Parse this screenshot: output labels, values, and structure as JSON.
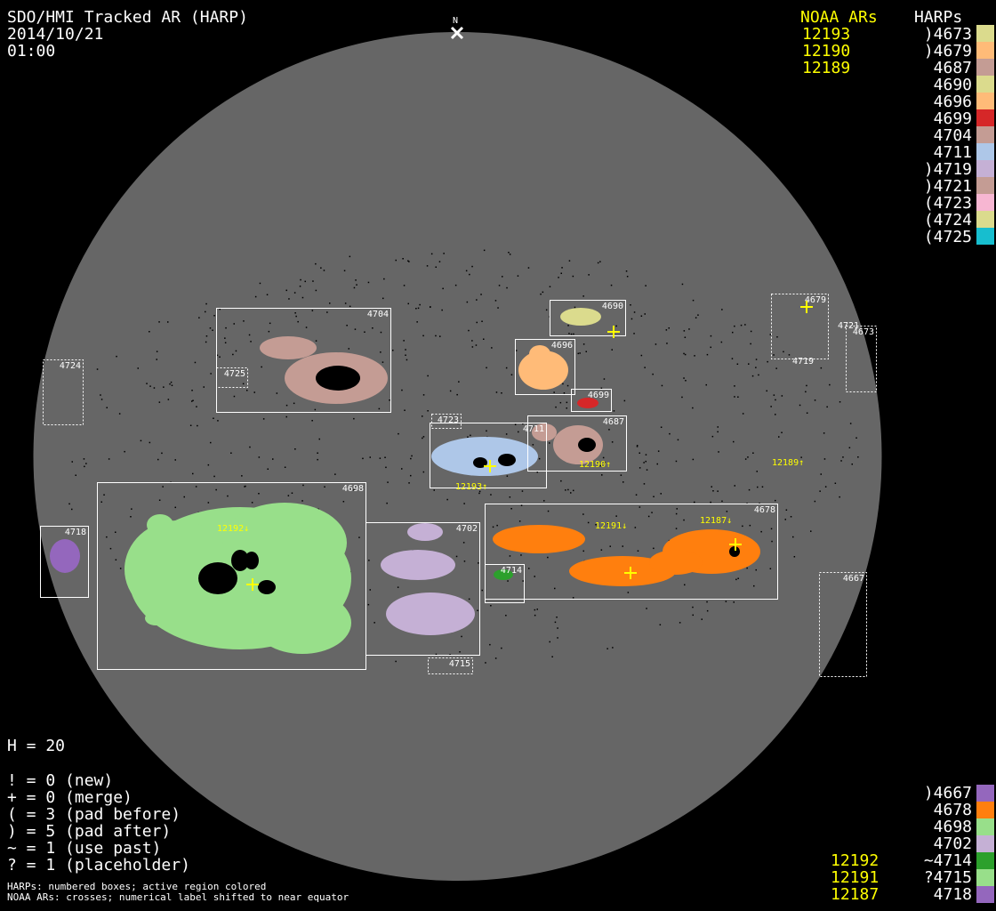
{
  "header": {
    "title": "SDO/HMI Tracked AR (HARP)",
    "date": "2014/10/21",
    "time": "01:00",
    "north_label": "N"
  },
  "top_legend": {
    "noaa_header": "NOAA ARs",
    "harps_header": "HARPs",
    "noaa": [
      "12193",
      "12190",
      "12189"
    ],
    "harps": [
      {
        "label": ")4673",
        "color": "#dbdb8d"
      },
      {
        "label": ")4679",
        "color": "#ffbb78"
      },
      {
        "label": "4687",
        "color": "#c49c94"
      },
      {
        "label": "4690",
        "color": "#dbdb8d"
      },
      {
        "label": "4696",
        "color": "#ffbb78"
      },
      {
        "label": "4699",
        "color": "#d62728"
      },
      {
        "label": "4704",
        "color": "#c49c94"
      },
      {
        "label": "4711",
        "color": "#aec7e8"
      },
      {
        "label": ")4719",
        "color": "#c5b0d5"
      },
      {
        "label": ")4721",
        "color": "#c49c94"
      },
      {
        "label": "(4723",
        "color": "#f7b6d2"
      },
      {
        "label": "(4724",
        "color": "#dbdb8d"
      },
      {
        "label": "(4725",
        "color": "#17becf"
      }
    ]
  },
  "bottom_legend": {
    "noaa": [
      "12192",
      "12191",
      "12187"
    ],
    "harps": [
      {
        "label": ")4667",
        "color": "#9467bd"
      },
      {
        "label": "4678",
        "color": "#ff7f0e"
      },
      {
        "label": "4698",
        "color": "#98df8a"
      },
      {
        "label": "4702",
        "color": "#c5b0d5"
      },
      {
        "label": "~4714",
        "color": "#2ca02c"
      },
      {
        "label": "?4715",
        "color": "#98df8a"
      },
      {
        "label": "4718",
        "color": "#9467bd"
      }
    ]
  },
  "stats": {
    "h_count": "H = 20",
    "flags": [
      "! = 0 (new)",
      "+ = 0 (merge)",
      "( = 3 (pad before)",
      ") = 5 (pad after)",
      "~ = 1 (use past)",
      "? = 1 (placeholder)"
    ]
  },
  "footnote": [
    "HARPs: numbered boxes; active region colored",
    "NOAA ARs: crosses; numerical label shifted to near equator"
  ],
  "disk": {
    "harp_boxes": [
      "4704",
      "4725",
      "4724",
      "4690",
      "4696",
      "4699",
      "4723",
      "4711",
      "4687",
      "4679",
      "4719",
      "4721",
      "4673",
      "4698",
      "4718",
      "4702",
      "4715",
      "4714",
      "4678",
      "4667"
    ],
    "noaa_labels": [
      "12193↑",
      "12190↑",
      "12189↑",
      "12192↓",
      "12191↓",
      "12187↓"
    ]
  },
  "colors": {
    "disk": "#666666",
    "noaa": "#ffff00",
    "box": "#ffffff"
  }
}
